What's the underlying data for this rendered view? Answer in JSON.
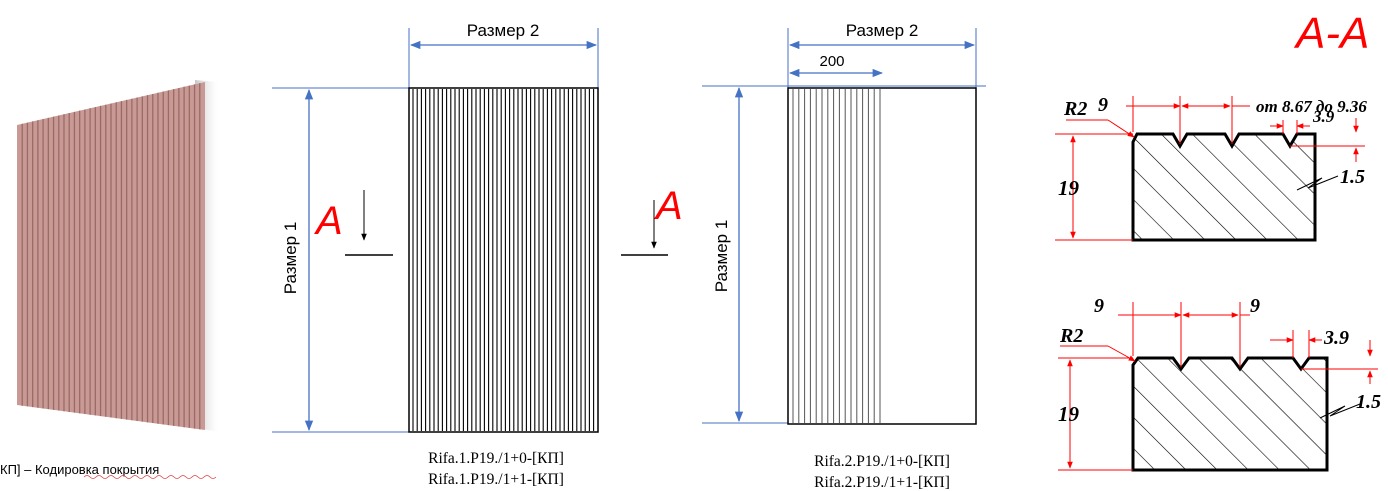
{
  "colors": {
    "dimension_blue": "#4472c4",
    "section_red": "#ff0000",
    "panel_pink": "#c99a95",
    "panel_groove": "#9a6b66",
    "drawing_black": "#000000"
  },
  "preview": {
    "caption": "КП] – Кодировка покрытия"
  },
  "drawing1": {
    "width_label": "Размер 2",
    "height_label": "Размер 1",
    "section_letter_left": "А",
    "section_letter_right": "А",
    "codes": [
      "Rifa.1.P19./1+0-[КП]",
      "Rifa.1.P19./1+1-[КП]"
    ]
  },
  "drawing2": {
    "width_label": "Размер 2",
    "partial_label": "200",
    "height_label": "Размер 1",
    "codes": [
      "Rifa.2.P19./1+0-[КП]",
      "Rifa.2.P19./1+1-[КП]"
    ]
  },
  "section": {
    "title": "A-A",
    "top": {
      "pitch": "9",
      "pitch_range": "от 8.67 до 9.36",
      "groove_width": "3.9",
      "radius": "R2",
      "thickness": "19",
      "groove_depth": "1.5"
    },
    "bottom": {
      "pitch_a": "9",
      "pitch_b": "9",
      "groove_width": "3.9",
      "radius": "R2",
      "thickness": "19",
      "groove_depth": "1.5"
    }
  }
}
